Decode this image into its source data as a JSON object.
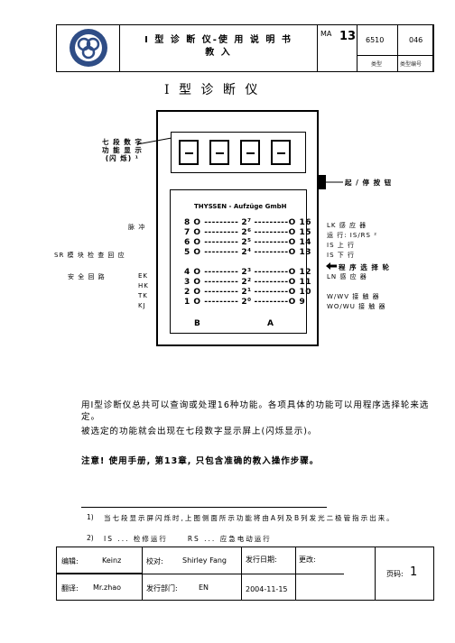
{
  "header": {
    "title_line1": "I 型 诊 断 仪-使 用 说 明 书",
    "title_line2": "教    入",
    "ma_label": "MA",
    "ma_number": "13",
    "code": "6510",
    "doc_number": "046",
    "type_label": "类型",
    "type_number_label": "类型编号"
  },
  "page_title": "I 型 诊 断 仪",
  "diagram": {
    "display_label": "七 段 数 字\n功 能 显 示\n(闪 烁) ¹",
    "start_stop_label": "起 / 停 按 钮",
    "panel_title": "THYSSEN - Aufzüge GmbH",
    "left_labels": {
      "pulse": "脉 冲",
      "sr_check": "SR 模 块 检 查 回 应",
      "safety": "安 全 回 路",
      "ek": "EK",
      "hk": "HK",
      "tk": "TK",
      "kj": "KJ"
    },
    "rows": [
      {
        "left": "8",
        "power": "2⁷",
        "right": "16"
      },
      {
        "left": "7",
        "power": "2⁶",
        "right": "15"
      },
      {
        "left": "6",
        "power": "2⁵",
        "right": "14"
      },
      {
        "left": "5",
        "power": "2⁴",
        "right": "13"
      },
      {
        "left": "4",
        "power": "2³",
        "right": "12"
      },
      {
        "left": "3",
        "power": "2²",
        "right": "11"
      },
      {
        "left": "2",
        "power": "2¹",
        "right": "10"
      },
      {
        "left": "1",
        "power": "2⁰",
        "right": "9"
      }
    ],
    "bottom_left": "B",
    "bottom_right": "A",
    "right_labels": {
      "lk": "LK 感 应 器",
      "run": "运 行: IS/RS ²",
      "is_up": "IS 上 行",
      "is_down": "IS 下 行",
      "selector": "程 序 选 择 轮",
      "ln": "LN 感 应 器",
      "wv": "W/WV 接 触 器",
      "wo": "WO/WU 接 触 器"
    }
  },
  "body": {
    "para1": "用I型诊断仪总共可以查询或处理16种功能。各项具体的功能可以用程序选择轮来选定。",
    "para2": "被选定的功能就会出现在七段数字显示屏上(闪烁显示)。",
    "note": "注意! 使用手册, 第13章, 只包含准确的教入操作步骤。"
  },
  "footnotes": {
    "fn1_num": "1)",
    "fn1": "当七段显示屏闪烁时,上图侧面所示功能将由A列及B列发光二极管指示出来。",
    "fn2_num": "2)",
    "fn2": "IS ... 检修运行     RS ... 应急电动运行"
  },
  "footer": {
    "editor_label": "编辑:",
    "editor": "Keinz",
    "proof_label": "校对:",
    "proof": "Shirley Fang",
    "issue_date_label": "发行日期:",
    "issue_date": "2004-11-15",
    "change_label": "更改:",
    "page_label": "页码:",
    "page": "1",
    "translator_label": "翻译:",
    "translator": "Mr.zhao",
    "dept_label": "发行部门:",
    "dept": "EN"
  }
}
